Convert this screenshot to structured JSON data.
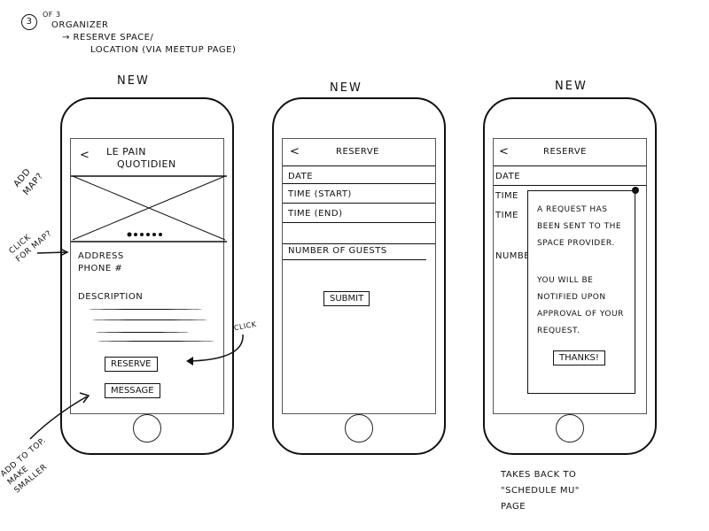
{
  "header": {
    "step": "3",
    "of": "of 3",
    "line1": "Organizer",
    "line2": "→ Reserve space/",
    "line3": "location (via meetup page)"
  },
  "phones": [
    {
      "label": "New",
      "back": "<",
      "title_line1": "Le Pain",
      "title_line2": "Quotidien",
      "address": "Address",
      "phone": "Phone #",
      "description": "Description",
      "reserve": "Reserve",
      "message": "Message"
    },
    {
      "label": "New",
      "back": "<",
      "title": "Reserve",
      "fields": [
        "Date",
        "Time (start)",
        "Time (end)",
        "Number of guests"
      ],
      "submit": "Submit"
    },
    {
      "label": "New",
      "back": "<",
      "title": "Reserve",
      "fields": [
        "Date",
        "Time",
        "Time",
        "Numbe"
      ],
      "modal": {
        "line1": "A request has been sent to the space provider.",
        "line2": "You will be notified upon approval of your request.",
        "button": "Thanks!"
      }
    }
  ],
  "annotations": {
    "add_map": "Add map?",
    "click_map": "Click for map?",
    "click": "Click",
    "add_top": "Add to top. Make smaller",
    "takes_back": "Takes back to \"Schedule MU\" page"
  }
}
